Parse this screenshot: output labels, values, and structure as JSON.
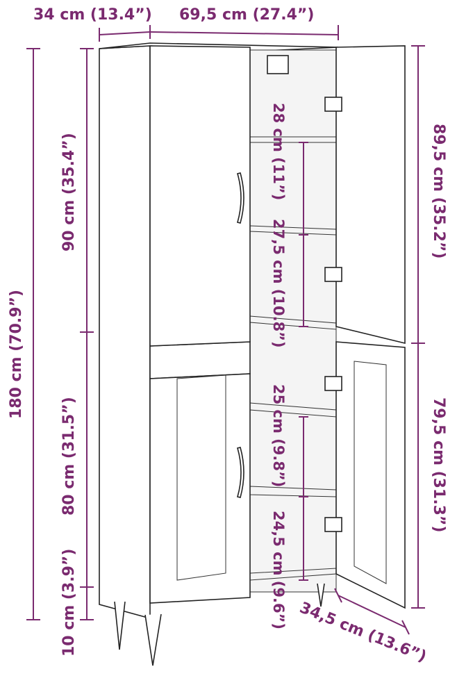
{
  "diagram": {
    "dimensions": {
      "depth_top": "34 cm (13.4”)",
      "width_top": "69,5 cm (27.4”)",
      "total_height": "180 cm (70.9”)",
      "upper_height": "90 cm (35.4”)",
      "lower_height": "80 cm (31.5”)",
      "leg_height": "10 cm (3.9”)",
      "shelf_1": "28 cm (11”)",
      "shelf_2": "27,5 cm (10.8”)",
      "shelf_3": "25 cm (9.8”)",
      "shelf_4": "24,5 cm (9.6”)",
      "door_upper": "89,5 cm (35.2”)",
      "door_lower": "79,5 cm (31.3”)",
      "depth_bottom": "34,5 cm (13.6”)"
    },
    "colors": {
      "dimension": "#7a2a6f",
      "outline": "#222222"
    }
  }
}
